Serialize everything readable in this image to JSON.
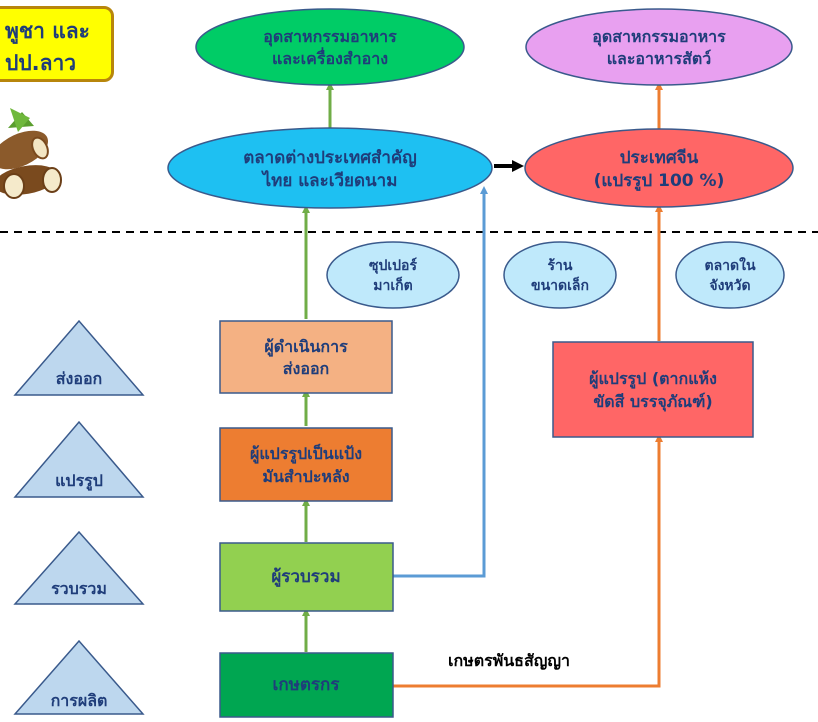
{
  "title": {
    "line1": "พูชา และ",
    "line2": "ปป.ลาว"
  },
  "top_nodes": {
    "food_beverage": [
      "อุดสาหกรรมอาหาร",
      "และเครื่องสำอาง"
    ],
    "food_feed": [
      "อุดสาหกรรมอาหาร",
      "และอาหารสัตว์"
    ]
  },
  "markets": {
    "foreign": [
      "ตลาดต่างประเทศสำคัญ",
      "ไทย และเวียดนาม"
    ],
    "china": [
      "ประเทศจีน",
      "(แปรรูป 100 %)"
    ]
  },
  "domestic": {
    "supermarket": [
      "ซุปเปอร์",
      "มาเก็ต"
    ],
    "small_shop": [
      "ร้าน",
      "ขนาดเล็ก"
    ],
    "provincial": [
      "ตลาดใน",
      "จังหวัด"
    ]
  },
  "stages": {
    "export": "ส่งออก",
    "process": "แปรรูป",
    "collect": "รวบรวม",
    "produce": "การผลิต"
  },
  "actors": {
    "exporter": [
      "ผู้ดำเนินการ",
      "ส่งออก"
    ],
    "starch": [
      "ผู้แปรรูปเป็นแป้ง",
      "มันสำปะหลัง"
    ],
    "collector": [
      "ผู้รวบรวม"
    ],
    "farmer": [
      "เกษตรกร"
    ],
    "dry_processor": [
      "ผู้แปรรูป (ตากแห้ง",
      "ขัดสี บรรจุภัณฑ์)"
    ]
  },
  "edge_labels": {
    "contract": "เกษตรพันธสัญญา"
  },
  "colors": {
    "green_arrow": "#70ad47",
    "orange_arrow": "#ed7d31",
    "blue_arrow": "#5b9bd5",
    "black_arrow": "#000000"
  }
}
